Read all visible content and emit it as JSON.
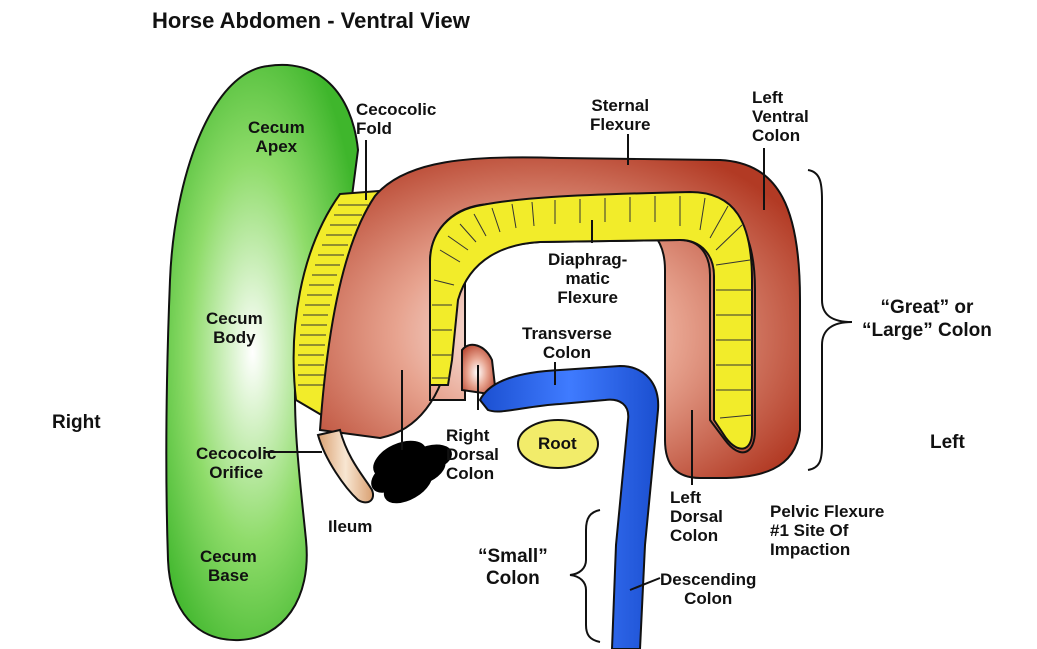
{
  "title": "Horse Abdomen - Ventral View",
  "side_labels": {
    "right": "Right",
    "left": "Left"
  },
  "labels": {
    "cecum_apex": [
      "Cecum",
      "Apex"
    ],
    "cecum_body": [
      "Cecum",
      "Body"
    ],
    "cecum_base": [
      "Cecum",
      "Base"
    ],
    "cecocolic_fold": [
      "Cecocolic",
      "Fold"
    ],
    "cecocolic_orifice": [
      "Cecocolic",
      "Orifice"
    ],
    "ileum": [
      "Ileum"
    ],
    "sternal_flexure": [
      "Sternal",
      "Flexure"
    ],
    "left_ventral_colon": [
      "Left",
      "Ventral",
      "Colon"
    ],
    "diaphragmatic_flexure": [
      "Diaphrag-",
      "matic",
      "Flexure"
    ],
    "transverse_colon": [
      "Transverse",
      "Colon"
    ],
    "right_dorsal_colon": [
      "Right",
      "Dorsal",
      "Colon"
    ],
    "root": [
      "Root"
    ],
    "great_colon": [
      "“Great” or",
      "“Large” Colon"
    ],
    "left_dorsal_colon": [
      "Left",
      "Dorsal",
      "Colon"
    ],
    "pelvic_flexure": [
      "Pelvic Flexure",
      "#1 Site Of",
      "Impaction"
    ],
    "small_colon": [
      "“Small”",
      "Colon"
    ],
    "descending_colon": [
      "Descending",
      "Colon"
    ]
  },
  "colors": {
    "cecum": "#4cc23a",
    "large_colon": "#b5402a",
    "fold": "#f2ec2a",
    "small_colon": "#1f5fe0",
    "root": "#f2ec6a",
    "ileum": "#f0c8a0",
    "outline": "#111111"
  }
}
